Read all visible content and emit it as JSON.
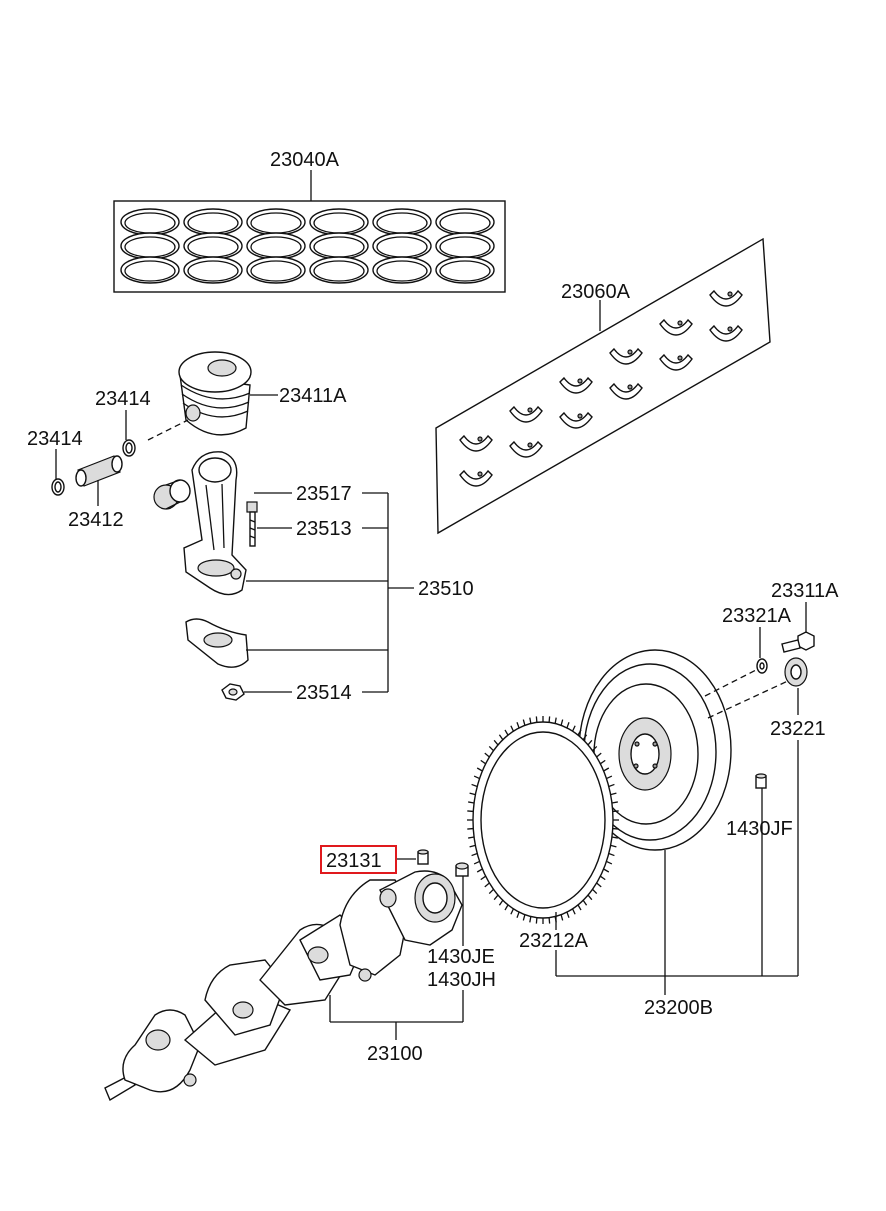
{
  "labels": {
    "piston_ring_set": "23040A",
    "bearing_set": "23060A",
    "piston": "23411A",
    "snap_ring_a": "23414",
    "snap_ring_b": "23414",
    "piston_pin": "23412",
    "bushing": "23517",
    "bolt": "23513",
    "connecting_rod": "23510",
    "nut": "23514",
    "flywheel_bolt": "23311A",
    "washer": "23321A",
    "bearing_rear": "23221",
    "dowel_flywheel": "1430JF",
    "ring_gear": "23212A",
    "flywheel_assy": "23200B",
    "crank_pin": "23131",
    "dowel_je": "1430JE",
    "dowel_jh": "1430JH",
    "crankshaft": "23100"
  },
  "highlight": {
    "label_key": "crank_pin",
    "color": "#e0191d"
  }
}
